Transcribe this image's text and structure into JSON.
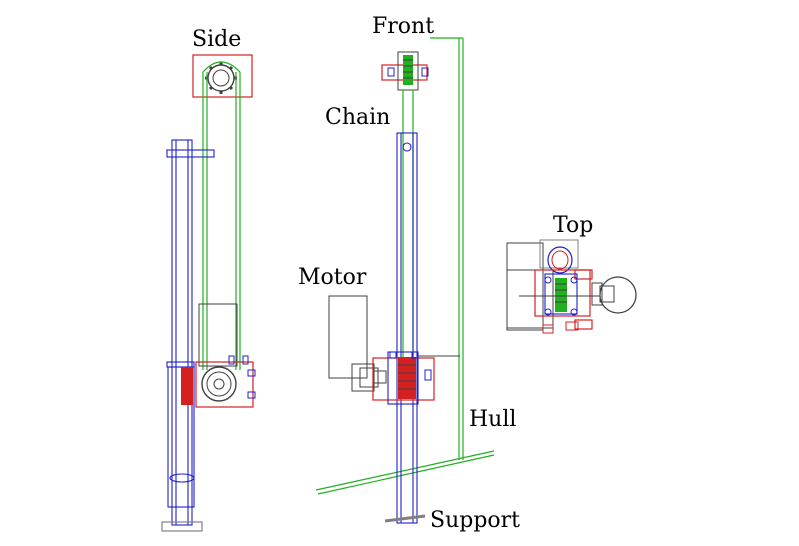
{
  "labels": {
    "side": "Side",
    "front": "Front",
    "chain": "Chain",
    "top": "Top",
    "motor": "Motor",
    "hull": "Hull",
    "support": "Support"
  },
  "colors": {
    "blue": "#2020c8",
    "red": "#d42020",
    "green": "#20b020",
    "gray": "#808080",
    "dark": "#404040"
  }
}
